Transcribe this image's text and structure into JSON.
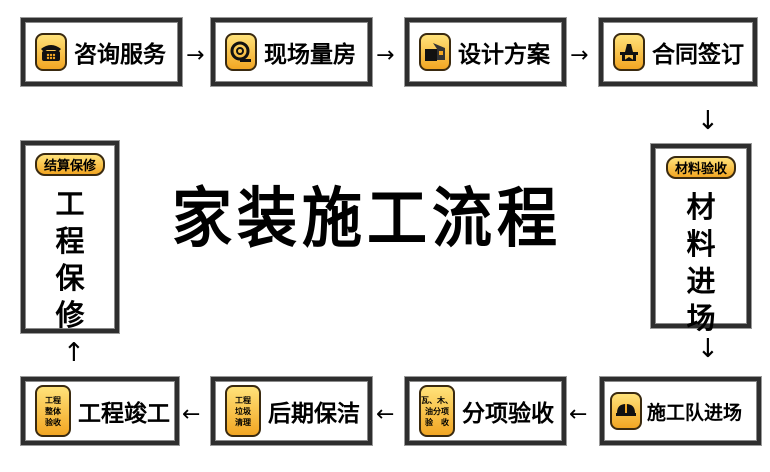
{
  "title": "家装施工流程",
  "steps": {
    "consult": "咨询服务",
    "measure": "现场量房",
    "design": "设计方案",
    "contract": "合同签订",
    "material_badge": "材料验收",
    "material_chars": [
      "材",
      "料",
      "进",
      "场"
    ],
    "crew": "施工队进场",
    "inspect_badge": [
      "瓦、木、",
      "油分项",
      "验　收"
    ],
    "inspect": "分项验收",
    "cleanup_badge": [
      "工程",
      "垃圾",
      "清理"
    ],
    "cleanup": "后期保洁",
    "complete_badge": [
      "工程",
      "整体",
      "验收"
    ],
    "complete": "工程竣工",
    "warranty_badge": "结算保修",
    "warranty_chars": [
      "工",
      "程",
      "保",
      "修"
    ]
  },
  "arrows": {
    "right": "→",
    "left": "←",
    "down": "↓",
    "up": "↑"
  },
  "icons": {
    "consult": "telephone-icon",
    "measure": "tape-measure-icon",
    "design": "drafting-tools-icon",
    "contract": "handshake-signing-icon",
    "crew": "hard-hat-icon"
  }
}
